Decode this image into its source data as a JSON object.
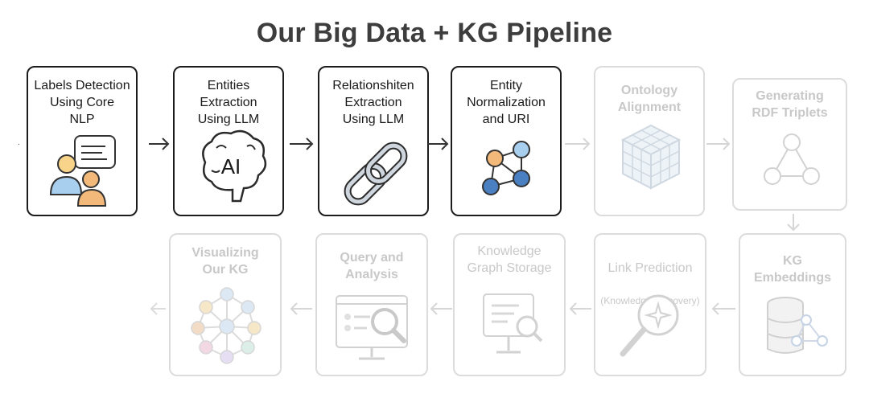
{
  "title": "Our Big Data + KG Pipeline",
  "steps": [
    {
      "label": "Labels Detection\nUsing Core\nNLP"
    },
    {
      "label": "Entities Extraction\nUsing LLM",
      "icon_text": "AI"
    },
    {
      "label": "Relationshiten\nExtraction\nUsing LLM"
    },
    {
      "label": "Entity\nNormalization\nand URI"
    },
    {
      "label": "Ontology\nAlignment"
    },
    {
      "label": "Generating\nRDF Triplets"
    },
    {
      "label": "KG\nEmbeddings"
    },
    {
      "label": "Link Prediction",
      "sublabel": "(Knowledge Discovery)"
    },
    {
      "label": "Knowledge\nGraph Storage"
    },
    {
      "label": "Query and\nAnalysis"
    },
    {
      "label": "Visualizing\nOur KG"
    }
  ],
  "colors": {
    "active_border": "#1c1c1c",
    "faded_border": "#dcdcdc",
    "faded_text": "#c8c8c8",
    "node_blue": "#a9cfee",
    "node_orange": "#f2b97a",
    "node_dark_blue": "#4a7fc1"
  },
  "icons": [
    "people-chat-icon",
    "ai-brain-icon",
    "chain-link-icon",
    "graph-nodes-icon",
    "cube-grid-icon",
    "triangle-graph-icon",
    "database-graph-icon",
    "magnifier-star-icon",
    "monitor-search-icon",
    "dashboard-search-icon",
    "network-graph-icon"
  ]
}
